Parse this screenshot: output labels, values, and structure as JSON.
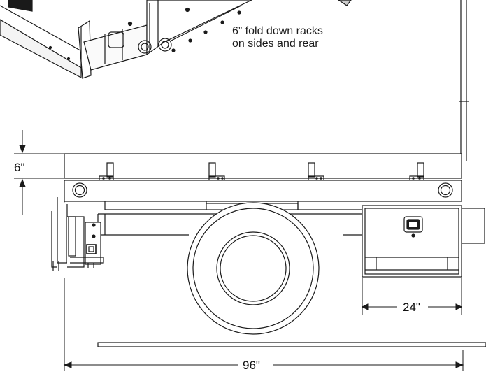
{
  "callout": {
    "line1": "6” fold down racks",
    "line2": "on sides and rear"
  },
  "dimensions": {
    "rack_height": "6\"",
    "toolbox_width": "24\"",
    "bed_length": "96\""
  },
  "colors": {
    "line": "#1a1a1a",
    "background": "#ffffff"
  }
}
